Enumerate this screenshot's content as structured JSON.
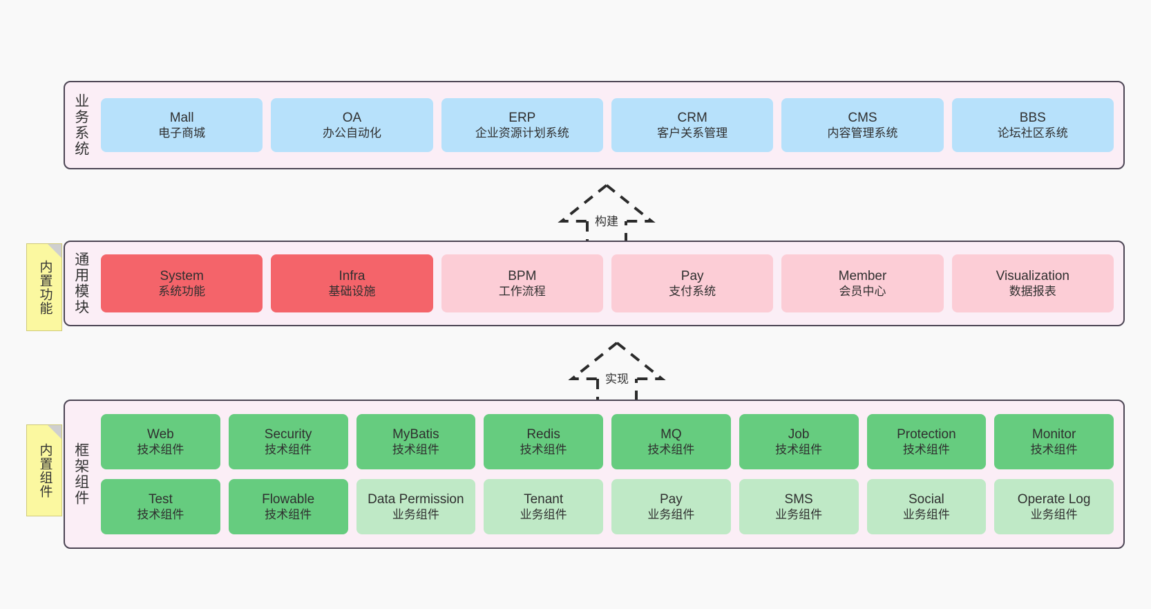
{
  "diagram": {
    "background_color": "#f9f9f9",
    "layer_border_color": "#4b4453",
    "layer_fill_color": "#fbeef6",
    "note_fill_color": "#fbf8a0"
  },
  "layers": [
    {
      "id": "business-systems",
      "label": "业务系统",
      "note": null,
      "accent": "#b7e1fb",
      "cards": [
        {
          "en": "Mall",
          "cn": "电子商城",
          "color": "#b7e1fb"
        },
        {
          "en": "OA",
          "cn": "办公自动化",
          "color": "#b7e1fb"
        },
        {
          "en": "ERP",
          "cn": "企业资源计划系统",
          "color": "#b7e1fb"
        },
        {
          "en": "CRM",
          "cn": "客户关系管理",
          "color": "#b7e1fb"
        },
        {
          "en": "CMS",
          "cn": "内容管理系统",
          "color": "#b7e1fb"
        },
        {
          "en": "BBS",
          "cn": "论坛社区系统",
          "color": "#b7e1fb"
        }
      ]
    },
    {
      "id": "common-modules",
      "label": "通用模块",
      "note": "内置功能",
      "accent": "#f4646a",
      "cards": [
        {
          "en": "System",
          "cn": "系统功能",
          "color": "#f4646a"
        },
        {
          "en": "Infra",
          "cn": "基础设施",
          "color": "#f4646a"
        },
        {
          "en": "BPM",
          "cn": "工作流程",
          "color": "#fccdd6"
        },
        {
          "en": "Pay",
          "cn": "支付系统",
          "color": "#fccdd6"
        },
        {
          "en": "Member",
          "cn": "会员中心",
          "color": "#fccdd6"
        },
        {
          "en": "Visualization",
          "cn": "数据报表",
          "color": "#fccdd6"
        }
      ]
    },
    {
      "id": "framework-components",
      "label": "框架组件",
      "note": "内置组件",
      "accent": "#66cc7f",
      "rows": [
        [
          {
            "en": "Web",
            "cn": "技术组件",
            "color": "#66cc7f"
          },
          {
            "en": "Security",
            "cn": "技术组件",
            "color": "#66cc7f"
          },
          {
            "en": "MyBatis",
            "cn": "技术组件",
            "color": "#66cc7f"
          },
          {
            "en": "Redis",
            "cn": "技术组件",
            "color": "#66cc7f"
          },
          {
            "en": "MQ",
            "cn": "技术组件",
            "color": "#66cc7f"
          },
          {
            "en": "Job",
            "cn": "技术组件",
            "color": "#66cc7f"
          },
          {
            "en": "Protection",
            "cn": "技术组件",
            "color": "#66cc7f"
          },
          {
            "en": "Monitor",
            "cn": "技术组件",
            "color": "#66cc7f"
          }
        ],
        [
          {
            "en": "Test",
            "cn": "技术组件",
            "color": "#66cc7f"
          },
          {
            "en": "Flowable",
            "cn": "技术组件",
            "color": "#66cc7f"
          },
          {
            "en": "Data Permission",
            "cn": "业务组件",
            "color": "#bfe9c6"
          },
          {
            "en": "Tenant",
            "cn": "业务组件",
            "color": "#bfe9c6"
          },
          {
            "en": "Pay",
            "cn": "业务组件",
            "color": "#bfe9c6"
          },
          {
            "en": "SMS",
            "cn": "业务组件",
            "color": "#bfe9c6"
          },
          {
            "en": "Social",
            "cn": "业务组件",
            "color": "#bfe9c6"
          },
          {
            "en": "Operate Log",
            "cn": "业务组件",
            "color": "#bfe9c6"
          }
        ]
      ]
    }
  ],
  "connectors": [
    {
      "id": "build",
      "label": "构建",
      "from": "common-modules",
      "to": "business-systems"
    },
    {
      "id": "implement",
      "label": "实现",
      "from": "framework-components",
      "to": "common-modules"
    }
  ]
}
